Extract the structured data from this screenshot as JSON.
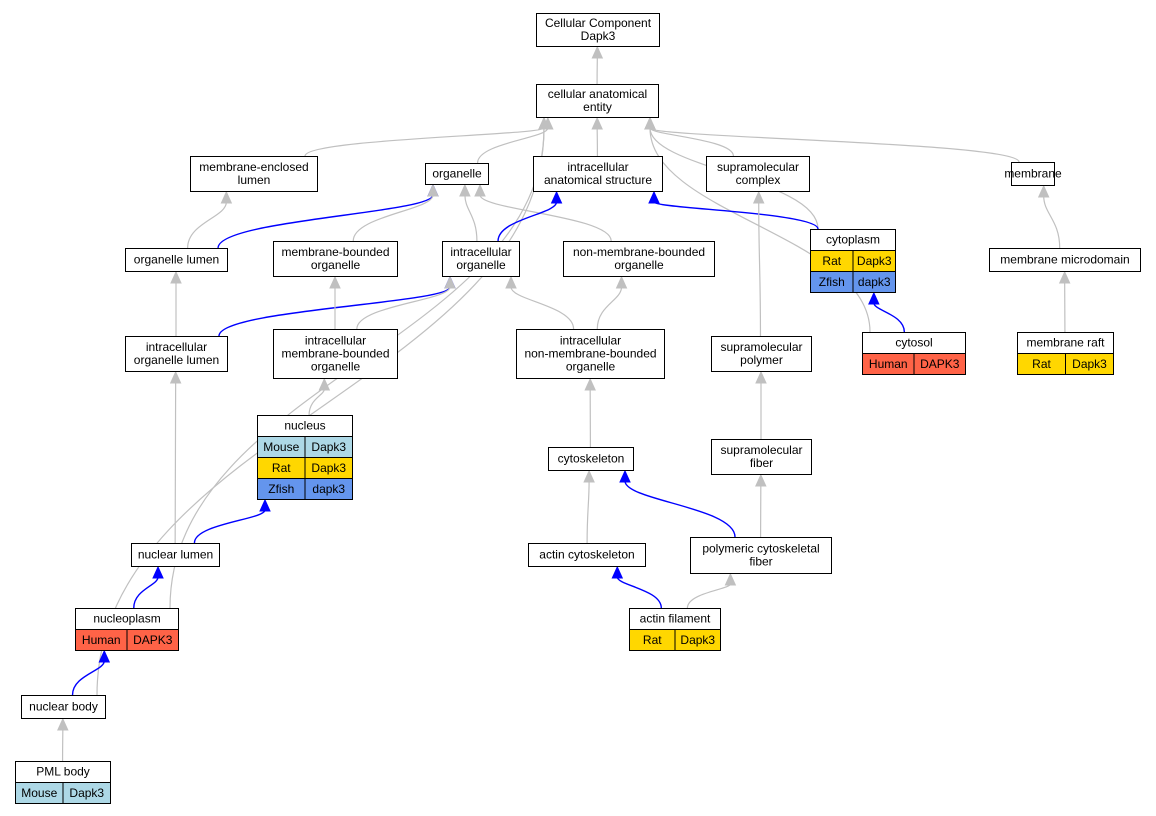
{
  "colors": {
    "Human": "#ff6347",
    "Mouse": "#add8e6",
    "Rat": "#ffd700",
    "Zfish": "#6495ed",
    "edge_gray": "#c0c0c0",
    "edge_blue": "#0000ff",
    "node_border": "#000000",
    "node_fill": "#ffffff"
  },
  "nodes": [
    {
      "id": "root",
      "lines": [
        "Cellular Component",
        "Dapk3"
      ],
      "rows": []
    },
    {
      "id": "cae",
      "lines": [
        "cellular anatomical",
        "entity"
      ],
      "rows": []
    },
    {
      "id": "mel",
      "lines": [
        "membrane-enclosed",
        "lumen"
      ],
      "rows": []
    },
    {
      "id": "organelle",
      "lines": [
        "organelle"
      ],
      "rows": []
    },
    {
      "id": "ias",
      "lines": [
        "intracellular",
        "anatomical structure"
      ],
      "rows": []
    },
    {
      "id": "smc",
      "lines": [
        "supramolecular",
        "complex"
      ],
      "rows": []
    },
    {
      "id": "membrane",
      "lines": [
        "membrane"
      ],
      "rows": []
    },
    {
      "id": "orglumen",
      "lines": [
        "organelle lumen"
      ],
      "rows": []
    },
    {
      "id": "mbo",
      "lines": [
        "membrane-bounded",
        "organelle"
      ],
      "rows": []
    },
    {
      "id": "io",
      "lines": [
        "intracellular",
        "organelle"
      ],
      "rows": []
    },
    {
      "id": "nmbo",
      "lines": [
        "non-membrane-bounded",
        "organelle"
      ],
      "rows": []
    },
    {
      "id": "cytoplasm",
      "lines": [
        "cytoplasm"
      ],
      "rows": [
        [
          "Rat",
          "Dapk3"
        ],
        [
          "Zfish",
          "dapk3"
        ]
      ]
    },
    {
      "id": "mmd",
      "lines": [
        "membrane microdomain"
      ],
      "rows": []
    },
    {
      "id": "iol",
      "lines": [
        "intracellular",
        "organelle lumen"
      ],
      "rows": []
    },
    {
      "id": "imbo",
      "lines": [
        "intracellular",
        "membrane-bounded",
        "organelle"
      ],
      "rows": []
    },
    {
      "id": "inmbo",
      "lines": [
        "intracellular",
        "non-membrane-bounded",
        "organelle"
      ],
      "rows": []
    },
    {
      "id": "smp",
      "lines": [
        "supramolecular",
        "polymer"
      ],
      "rows": []
    },
    {
      "id": "cytosol",
      "lines": [
        "cytosol"
      ],
      "rows": [
        [
          "Human",
          "DAPK3"
        ]
      ]
    },
    {
      "id": "mraft",
      "lines": [
        "membrane raft"
      ],
      "rows": [
        [
          "Rat",
          "Dapk3"
        ]
      ]
    },
    {
      "id": "nucleus",
      "lines": [
        "nucleus"
      ],
      "rows": [
        [
          "Mouse",
          "Dapk3"
        ],
        [
          "Rat",
          "Dapk3"
        ],
        [
          "Zfish",
          "dapk3"
        ]
      ]
    },
    {
      "id": "cytoskeleton",
      "lines": [
        "cytoskeleton"
      ],
      "rows": []
    },
    {
      "id": "smf",
      "lines": [
        "supramolecular",
        "fiber"
      ],
      "rows": []
    },
    {
      "id": "nlumen",
      "lines": [
        "nuclear lumen"
      ],
      "rows": []
    },
    {
      "id": "actincs",
      "lines": [
        "actin cytoskeleton"
      ],
      "rows": []
    },
    {
      "id": "pcf",
      "lines": [
        "polymeric cytoskeletal",
        "fiber"
      ],
      "rows": []
    },
    {
      "id": "nucleoplasm",
      "lines": [
        "nucleoplasm"
      ],
      "rows": [
        [
          "Human",
          "DAPK3"
        ]
      ]
    },
    {
      "id": "actinfil",
      "lines": [
        "actin filament"
      ],
      "rows": [
        [
          "Rat",
          "Dapk3"
        ]
      ]
    },
    {
      "id": "nbody",
      "lines": [
        "nuclear body"
      ],
      "rows": []
    },
    {
      "id": "pml",
      "lines": [
        "PML body"
      ],
      "rows": [
        [
          "Mouse",
          "Dapk3"
        ]
      ]
    }
  ],
  "edges": [
    {
      "from": "cae",
      "to": "root",
      "color": "gray"
    },
    {
      "from": "mel",
      "to": "cae",
      "color": "gray"
    },
    {
      "from": "organelle",
      "to": "cae",
      "color": "gray"
    },
    {
      "from": "ias",
      "to": "cae",
      "color": "gray"
    },
    {
      "from": "smc",
      "to": "cae",
      "color": "gray"
    },
    {
      "from": "membrane",
      "to": "cae",
      "color": "gray"
    },
    {
      "from": "cytoplasm",
      "to": "cae",
      "color": "gray"
    },
    {
      "from": "cytosol",
      "to": "cae",
      "color": "gray"
    },
    {
      "from": "nucleoplasm",
      "to": "cae",
      "color": "gray"
    },
    {
      "from": "nbody",
      "to": "cae",
      "color": "gray"
    },
    {
      "from": "orglumen",
      "to": "mel",
      "color": "gray"
    },
    {
      "from": "orglumen",
      "to": "organelle",
      "color": "blue"
    },
    {
      "from": "mbo",
      "to": "organelle",
      "color": "gray"
    },
    {
      "from": "io",
      "to": "organelle",
      "color": "gray"
    },
    {
      "from": "nmbo",
      "to": "organelle",
      "color": "gray"
    },
    {
      "from": "io",
      "to": "ias",
      "color": "blue"
    },
    {
      "from": "cytoplasm",
      "to": "ias",
      "color": "blue"
    },
    {
      "from": "smp",
      "to": "smc",
      "color": "gray"
    },
    {
      "from": "mmd",
      "to": "membrane",
      "color": "gray"
    },
    {
      "from": "iol",
      "to": "orglumen",
      "color": "gray"
    },
    {
      "from": "iol",
      "to": "io",
      "color": "blue"
    },
    {
      "from": "imbo",
      "to": "mbo",
      "color": "gray"
    },
    {
      "from": "imbo",
      "to": "io",
      "color": "gray"
    },
    {
      "from": "inmbo",
      "to": "io",
      "color": "gray"
    },
    {
      "from": "inmbo",
      "to": "nmbo",
      "color": "gray"
    },
    {
      "from": "cytosol",
      "to": "cytoplasm",
      "color": "blue"
    },
    {
      "from": "mraft",
      "to": "mmd",
      "color": "gray"
    },
    {
      "from": "nucleus",
      "to": "imbo",
      "color": "gray"
    },
    {
      "from": "cytoskeleton",
      "to": "inmbo",
      "color": "gray"
    },
    {
      "from": "smf",
      "to": "smp",
      "color": "gray"
    },
    {
      "from": "nlumen",
      "to": "iol",
      "color": "gray"
    },
    {
      "from": "nlumen",
      "to": "nucleus",
      "color": "blue"
    },
    {
      "from": "actincs",
      "to": "cytoskeleton",
      "color": "gray"
    },
    {
      "from": "pcf",
      "to": "cytoskeleton",
      "color": "blue"
    },
    {
      "from": "pcf",
      "to": "smf",
      "color": "gray"
    },
    {
      "from": "nucleoplasm",
      "to": "nlumen",
      "color": "blue"
    },
    {
      "from": "actinfil",
      "to": "actincs",
      "color": "blue"
    },
    {
      "from": "actinfil",
      "to": "pcf",
      "color": "gray"
    },
    {
      "from": "nbody",
      "to": "nucleoplasm",
      "color": "blue"
    },
    {
      "from": "pml",
      "to": "nbody",
      "color": "gray"
    }
  ]
}
